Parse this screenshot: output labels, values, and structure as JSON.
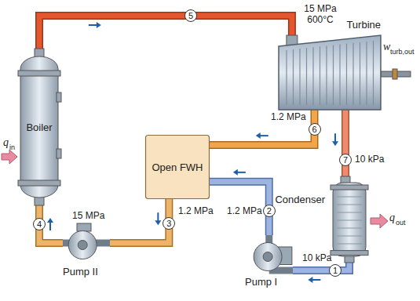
{
  "diagram": {
    "nodes": [
      {
        "text": [
          "Boiler"
        ]
      },
      {
        "text": [
          "Turbine"
        ]
      },
      {
        "text": [
          "Open FWH"
        ]
      },
      {
        "text": [
          "Condenser"
        ]
      },
      {
        "text": [
          "Pump I"
        ]
      },
      {
        "text": [
          "Pump II"
        ]
      }
    ],
    "edges": [
      {
        "from": 0,
        "to": 1,
        "arrow": "to",
        "label": "5"
      },
      {
        "from": 1,
        "to": 2,
        "arrow": "to",
        "label": "6"
      },
      {
        "from": 1,
        "to": 3,
        "arrow": "to",
        "label": "7"
      },
      {
        "from": 3,
        "to": 4,
        "arrow": "to",
        "label": "1"
      },
      {
        "from": 4,
        "to": 2,
        "arrow": "to",
        "label": "2"
      },
      {
        "from": 2,
        "to": 5,
        "arrow": "to",
        "label": "3"
      },
      {
        "from": 5,
        "to": 0,
        "arrow": "to",
        "label": "4"
      }
    ],
    "labels": [
      "15 MPa 600°C",
      "w",
      "turb,out",
      "1.2 MPa",
      "10 kPa",
      "q",
      "out",
      "1.2 MPa",
      "1.2 MPa",
      "15 MPa",
      "10 kPa",
      "q",
      "in"
    ]
  }
}
